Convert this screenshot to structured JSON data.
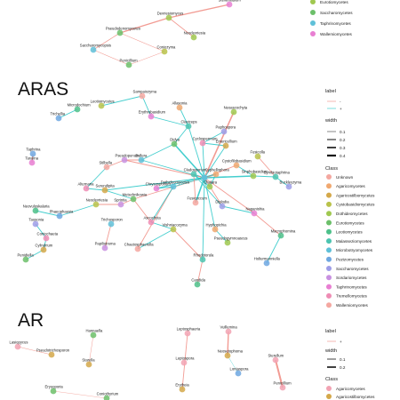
{
  "colors": {
    "negative_edge": "#f08a80",
    "positive_edge": "#23c6c6",
    "class_colors": [
      "#f4a7a0",
      "#f0a870",
      "#d4a84a",
      "#b9c24a",
      "#a0c850",
      "#6cbf6a",
      "#4dc08a",
      "#4cc4b0",
      "#5fc0d8",
      "#6ea7e0",
      "#9e9de8",
      "#c890e0",
      "#e87fd2",
      "#ee8cb4"
    ]
  },
  "panels": [
    {
      "title": ""
    },
    {
      "title": "ARAS"
    },
    {
      "title": "AR"
    }
  ],
  "legends": {
    "top": {
      "class_items": [
        "Eurotiomycetes",
        "Saccharomycetes",
        "Taphrinomycetes",
        "Wallemiomycetes"
      ]
    },
    "aras": {
      "label_title": "label",
      "label_items": [
        "-",
        "+"
      ],
      "width_title": "width",
      "width_items": [
        "0.1",
        "0.2",
        "0.3",
        "0.4"
      ],
      "class_title": "Class",
      "class_items": [
        "Unknown",
        "Agaricomycetes",
        "Agaricostilbomycetes",
        "Cystobasidiomycetes",
        "Dothideomycetes",
        "Eurotiomycetes",
        "Leotiomycetes",
        "Malasseziomycetes",
        "Microbotryomycetes",
        "Pezizomycetes",
        "Saccharomycetes",
        "Sordariomycetes",
        "Taphrinomycetes",
        "Tremellomycetes",
        "Wallemiomycetes"
      ]
    },
    "ar": {
      "label_title": "label",
      "label_items": [
        "+"
      ],
      "width_title": "width",
      "width_items": [
        "0.1",
        "0.2"
      ],
      "class_title": "Class",
      "class_items": [
        "Agaricomycetes",
        "Agaricostilbomycetes"
      ]
    }
  },
  "top_panel": {
    "nodes": [
      {
        "label": "Stelleniadium",
        "color": "#e87fd2"
      },
      {
        "label": "Devriesiomyces",
        "color": "#a0c850"
      },
      {
        "label": "Pseudodenomycetes",
        "color": "#6cbf6a"
      },
      {
        "label": "Neodevriesia",
        "color": "#a0c850"
      },
      {
        "label": "Saccharomycopsis",
        "color": "#5fc0d8"
      },
      {
        "label": "Coniozyma",
        "color": "#b9c24a"
      },
      {
        "label": "Penicillium",
        "color": "#6cbf6a"
      }
    ]
  },
  "aras_panel": {
    "nodes": [
      "Sampaiozyma",
      "Leotiomycetes",
      "Microdochium",
      "Trichellia",
      "Erythrobasidium",
      "Allasonia",
      "Neoascochyta",
      "Claviceps",
      "Paphospora",
      "Cyclospermum",
      "Emericellium",
      "Didya",
      "Bullera",
      "Pseudopenum",
      "Stilbella",
      "Fusicolla",
      "Candida",
      "Taphrina",
      "Taralina",
      "Cystofilobasidium",
      "Sinphobasidium",
      "Symbiotaphrina",
      "Buckleyzyma",
      "Alternaria",
      "Serendipita",
      "Metschnikowia",
      "Dothideomycetes",
      "Sprintia",
      "Fusicoccum",
      "Neodevriesia",
      "Neovuloskalaria",
      "Phaeophaesia",
      "Naganishia",
      "Hyphopichia",
      "Pseudogymnoascus",
      "Rhodotorula",
      "Tausonia",
      "Coniochaeta",
      "Cylindrium",
      "Penidiella",
      "Trichosporon",
      "Papiliotrema",
      "Chaetosphaerella",
      "Vishniacozyma",
      "Macrophomina",
      "Holtermanniella",
      "Chrysosporium",
      "Cyphellophora",
      "Chalara",
      "Cladosporium",
      "Diplodia",
      "Ascochyta"
    ]
  },
  "ar_panel": {
    "nodes": [
      "Leptosphaeria",
      "Lasiopycus",
      "Pseudotrichosporon",
      "Hannaella",
      "Starella",
      "Leptospora",
      "Vuillemina",
      "Neosetophoma",
      "Sterellum",
      "Erytheia",
      "Lontaspora",
      "Penicillium",
      "Eryuoporia",
      "Coniothyrium"
    ]
  }
}
